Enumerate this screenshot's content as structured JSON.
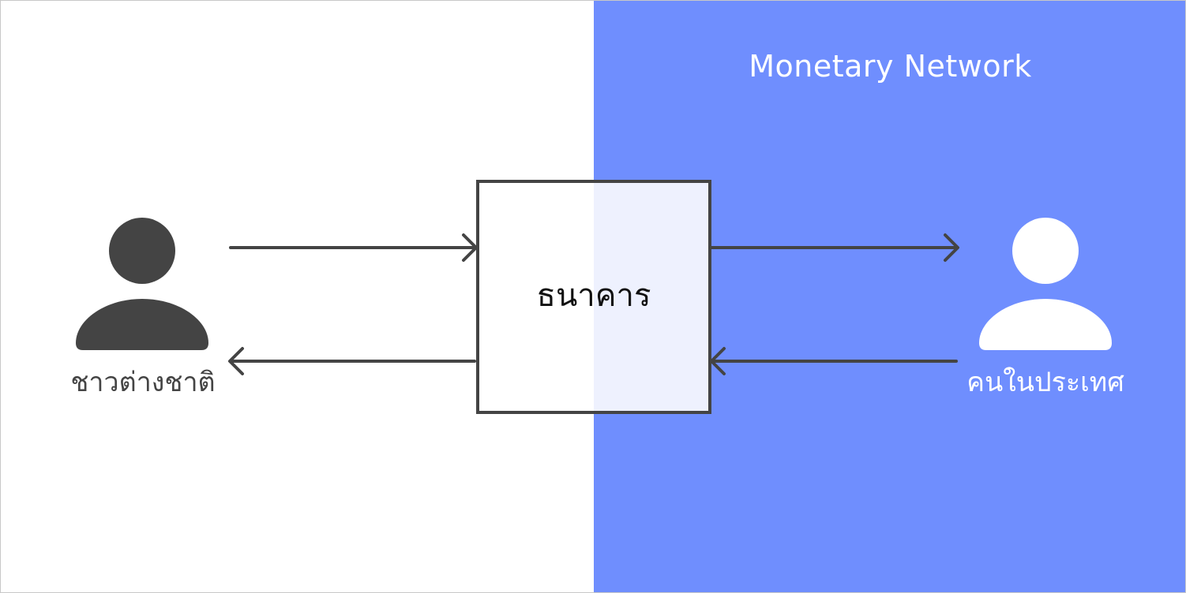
{
  "title": "Monetary Network",
  "bank": {
    "label": "ธนาคาร"
  },
  "actors": {
    "foreigner": {
      "label": "ชาวต่างชาติ",
      "icon": "person-icon",
      "color": "#444444"
    },
    "local": {
      "label": "คนในประเทศ",
      "icon": "person-icon",
      "color": "#ffffff"
    }
  },
  "colors": {
    "network_region": "#6f8efe",
    "arrow": "#444444",
    "box_border": "#444444"
  }
}
